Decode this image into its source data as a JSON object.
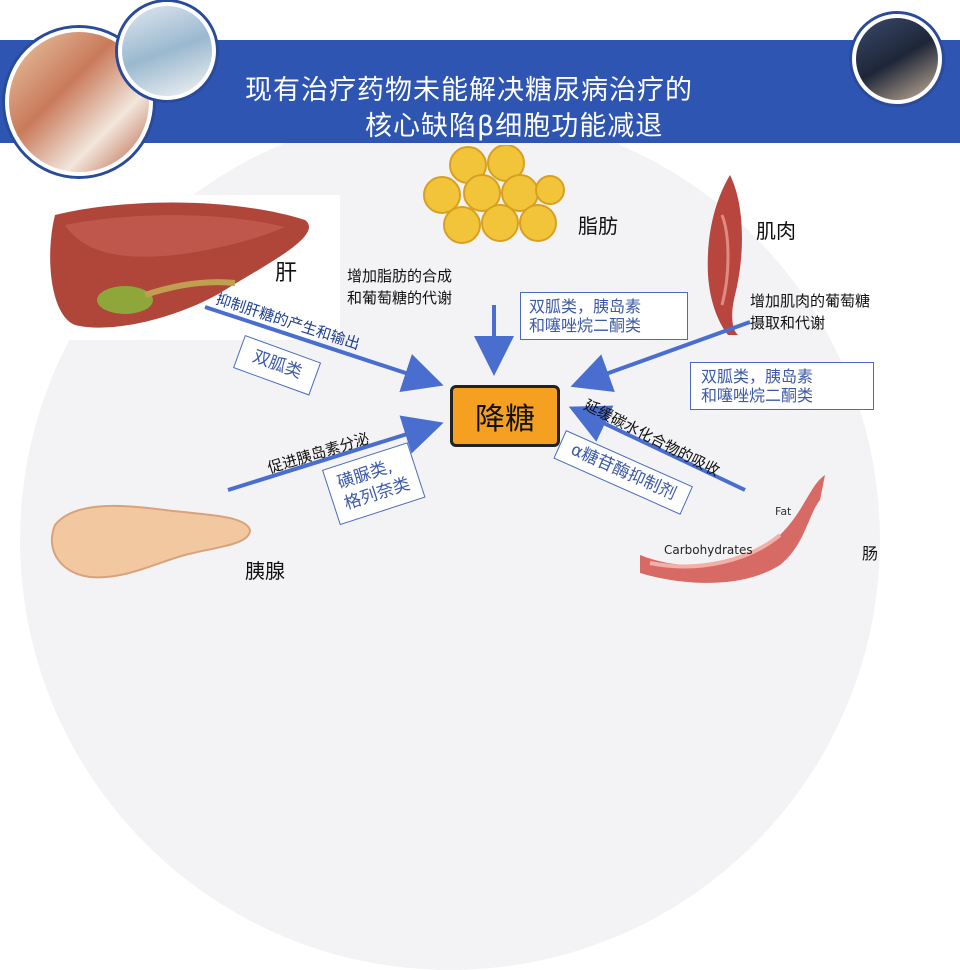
{
  "title": {
    "line1": "现有治疗药物未能解决糖尿病治疗的",
    "line2": "核心缺陷β细胞功能减退"
  },
  "center": {
    "label": "降糖"
  },
  "organs": {
    "liver": "肝",
    "fat": "脂肪",
    "muscle": "肌肉",
    "pancreas": "胰腺",
    "intestine": "肠",
    "intestine_fat": "Fat",
    "intestine_carb": "Carbohydrates"
  },
  "mechanisms": {
    "liver": "抑制肝糖的产生和输出",
    "fat": [
      "增加脂肪的合成",
      "和葡萄糖的代谢"
    ],
    "muscle": [
      "增加肌肉的葡萄糖",
      "摄取和代谢"
    ],
    "pancreas": "促进胰岛素分泌",
    "intestine": "延缓碳水化合物的吸收"
  },
  "drugs": {
    "liver": "双胍类",
    "fat": [
      "双胍类，胰岛素",
      "和噻唑烷二酮类"
    ],
    "muscle": [
      "双胍类，胰岛素",
      "和噻唑烷二酮类"
    ],
    "pancreas": [
      "磺脲类,",
      "格列奈类"
    ],
    "intestine": "α糖苷酶抑制剂"
  },
  "colors": {
    "title_bar": "#2f55b3",
    "arrow": "#4a6ed0",
    "center_fill": "#f5a020",
    "drug_text": "#3c5aa6"
  }
}
